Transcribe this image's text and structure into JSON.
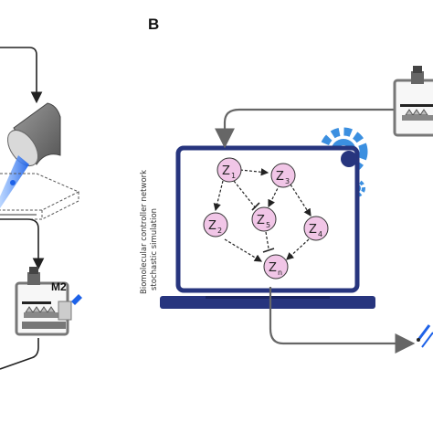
{
  "panel_b": {
    "letter": "B"
  },
  "panel_a": {
    "microscope_label": "M2"
  },
  "laptop": {
    "caption_line1": "Biomolecular controller network",
    "caption_line2": "stochastic simulation"
  },
  "nodes": [
    {
      "id": "z1",
      "label": "Z",
      "sub": "1"
    },
    {
      "id": "z3",
      "label": "Z",
      "sub": "3"
    },
    {
      "id": "z2",
      "label": "Z",
      "sub": "2"
    },
    {
      "id": "z5",
      "label": "Z",
      "sub": "5"
    },
    {
      "id": "z4",
      "label": "Z",
      "sub": "4"
    },
    {
      "id": "zn",
      "label": "Z",
      "sub": "n"
    }
  ],
  "colors": {
    "laptop_frame": "#27357e",
    "node_fill": "#f1c6e7",
    "gear_blue": "#3b8fe0",
    "arrow_gray": "#666666",
    "laser_blue": "#4a8cf0"
  }
}
